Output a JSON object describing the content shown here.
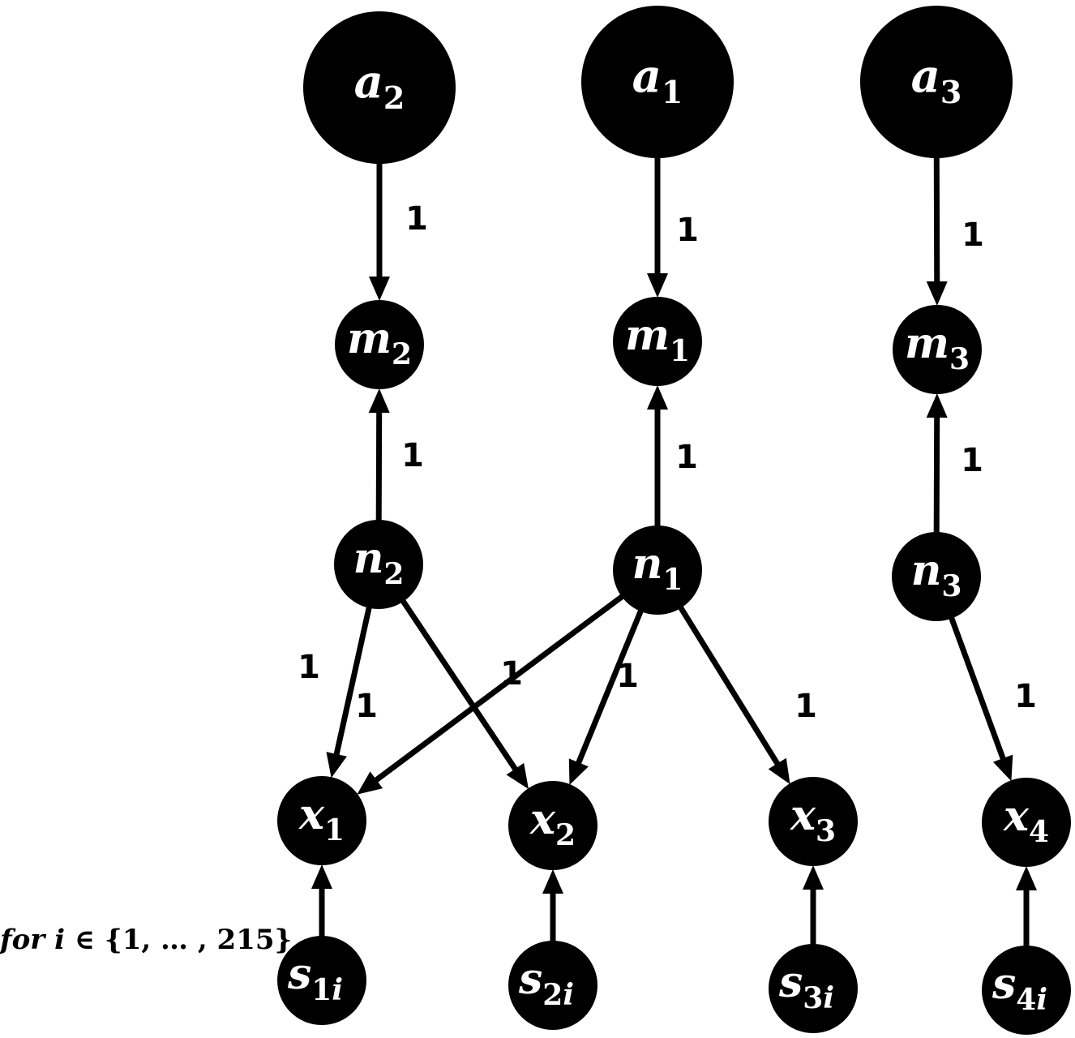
{
  "colors": {
    "node_fill": "#000000",
    "node_text": "#ffffff",
    "edge": "#000000",
    "background": "#ffffff"
  },
  "nodes": [
    {
      "id": "a2",
      "base": "a",
      "sub": "2"
    },
    {
      "id": "a1",
      "base": "a",
      "sub": "1"
    },
    {
      "id": "a3",
      "base": "a",
      "sub": "3"
    },
    {
      "id": "m2",
      "base": "m",
      "sub": "2"
    },
    {
      "id": "m1",
      "base": "m",
      "sub": "1"
    },
    {
      "id": "m3",
      "base": "m",
      "sub": "3"
    },
    {
      "id": "n2",
      "base": "n",
      "sub": "2"
    },
    {
      "id": "n1",
      "base": "n",
      "sub": "1"
    },
    {
      "id": "n3",
      "base": "n",
      "sub": "3"
    },
    {
      "id": "x1",
      "base": "x",
      "sub": "1"
    },
    {
      "id": "x2",
      "base": "x",
      "sub": "2"
    },
    {
      "id": "x3",
      "base": "x",
      "sub": "3"
    },
    {
      "id": "x4",
      "base": "x",
      "sub": "4"
    },
    {
      "id": "s1i",
      "base": "s",
      "sub": "1i"
    },
    {
      "id": "s2i",
      "base": "s",
      "sub": "2i"
    },
    {
      "id": "s3i",
      "base": "s",
      "sub": "3i"
    },
    {
      "id": "s4i",
      "base": "s",
      "sub": "4i"
    }
  ],
  "edges": [
    {
      "from": "a2",
      "to": "m2",
      "label": "1"
    },
    {
      "from": "a1",
      "to": "m1",
      "label": "1"
    },
    {
      "from": "a3",
      "to": "m3",
      "label": "1"
    },
    {
      "from": "n2",
      "to": "m2",
      "label": "1"
    },
    {
      "from": "n1",
      "to": "m1",
      "label": "1"
    },
    {
      "from": "n3",
      "to": "m3",
      "label": "1"
    },
    {
      "from": "n2",
      "to": "x1",
      "label": "1"
    },
    {
      "from": "n2",
      "to": "x2",
      "label": "1"
    },
    {
      "from": "n1",
      "to": "x1",
      "label": "1"
    },
    {
      "from": "n1",
      "to": "x2",
      "label": "1"
    },
    {
      "from": "n1",
      "to": "x3",
      "label": "1"
    },
    {
      "from": "n3",
      "to": "x4",
      "label": "1"
    },
    {
      "from": "s1i",
      "to": "x1",
      "label": ""
    },
    {
      "from": "s2i",
      "to": "x2",
      "label": ""
    },
    {
      "from": "s3i",
      "to": "x3",
      "label": ""
    },
    {
      "from": "s4i",
      "to": "x4",
      "label": ""
    }
  ],
  "caption": {
    "prefix": "for ",
    "var": "i",
    "rest": " ∈ {1, … , 215}"
  }
}
